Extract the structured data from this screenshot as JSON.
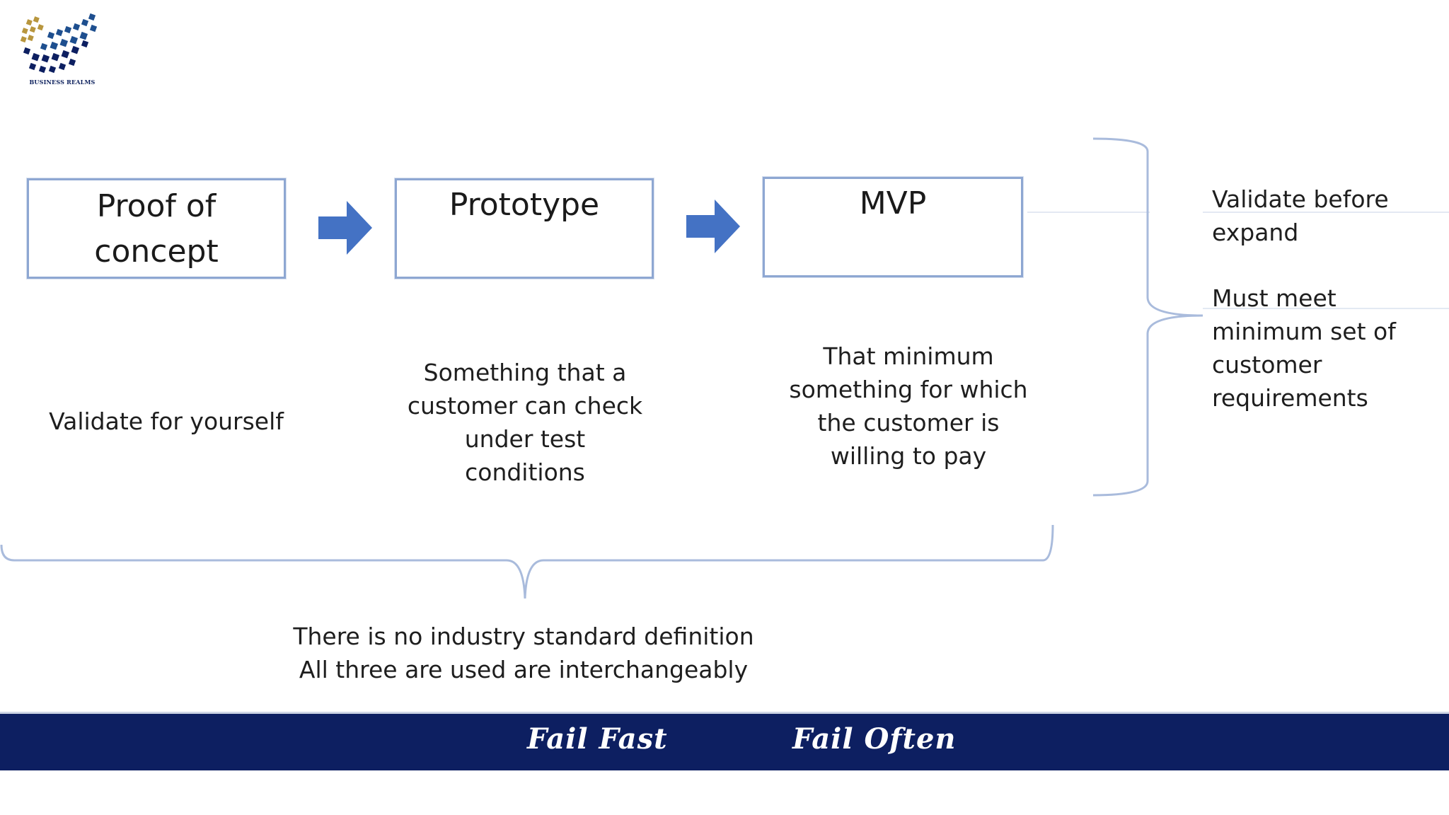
{
  "logo": {
    "text": "BUSINESS REALMS",
    "colors": {
      "gold": "#b8963e",
      "navy": "#0d1f61",
      "blue": "#1e4f8f"
    }
  },
  "stages": [
    {
      "title_lines": [
        "Proof of",
        "concept"
      ],
      "description_lines": [
        "Validate for yourself"
      ]
    },
    {
      "title_lines": [
        "Prototype"
      ],
      "description_lines": [
        "Something that a",
        "customer can check",
        "under test",
        "conditions"
      ]
    },
    {
      "title_lines": [
        "MVP"
      ],
      "description_lines": [
        "That minimum",
        "something for which",
        "the customer is",
        "willing to pay"
      ]
    }
  ],
  "arrows": [
    {
      "icon": "right-arrow-icon",
      "color": "#4472c4"
    },
    {
      "icon": "right-arrow-icon",
      "color": "#4472c4"
    }
  ],
  "side_notes": {
    "validate_lines": [
      "Validate before",
      "expand"
    ],
    "requirements_lines": [
      "Must meet",
      "minimum set of",
      "customer",
      "requirements"
    ]
  },
  "footnote_lines": [
    "There is no industry standard definition",
    "All three are used are interchangeably"
  ],
  "banner": {
    "left_text": "Fail Fast",
    "right_text": "Fail Often",
    "background": "#0d1f61",
    "text_color": "#ffffff"
  },
  "colors": {
    "box_border": "#8ea7d2",
    "bracket": "#a9bbdc",
    "arrow": "#4472c4"
  }
}
